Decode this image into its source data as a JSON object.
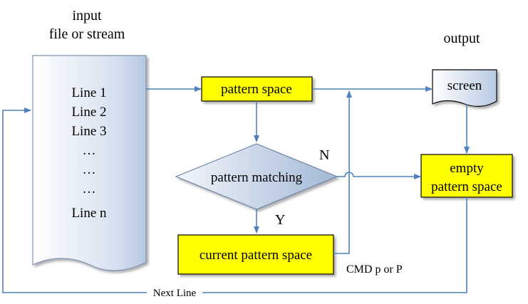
{
  "input_label": [
    "input",
    "file or stream"
  ],
  "output_label": "output",
  "file_lines": [
    "Line 1",
    "Line 2",
    "Line 3",
    "…",
    "…",
    "…",
    "Line n"
  ],
  "pattern_space": "pattern space",
  "pattern_matching": "pattern matching",
  "label_n": "N",
  "label_y": "Y",
  "current_pattern_space": "current pattern space",
  "cmd_label": "CMD  p or P",
  "screen": "screen",
  "empty_pattern_space": [
    "empty",
    "pattern space"
  ],
  "next_line": "Next Line",
  "colors": {
    "box_fill": "#ffff00",
    "arrow": "#4f81bd",
    "shape_fill_dark": "#a7bcd8",
    "shape_fill_light": "#e9eff8"
  }
}
